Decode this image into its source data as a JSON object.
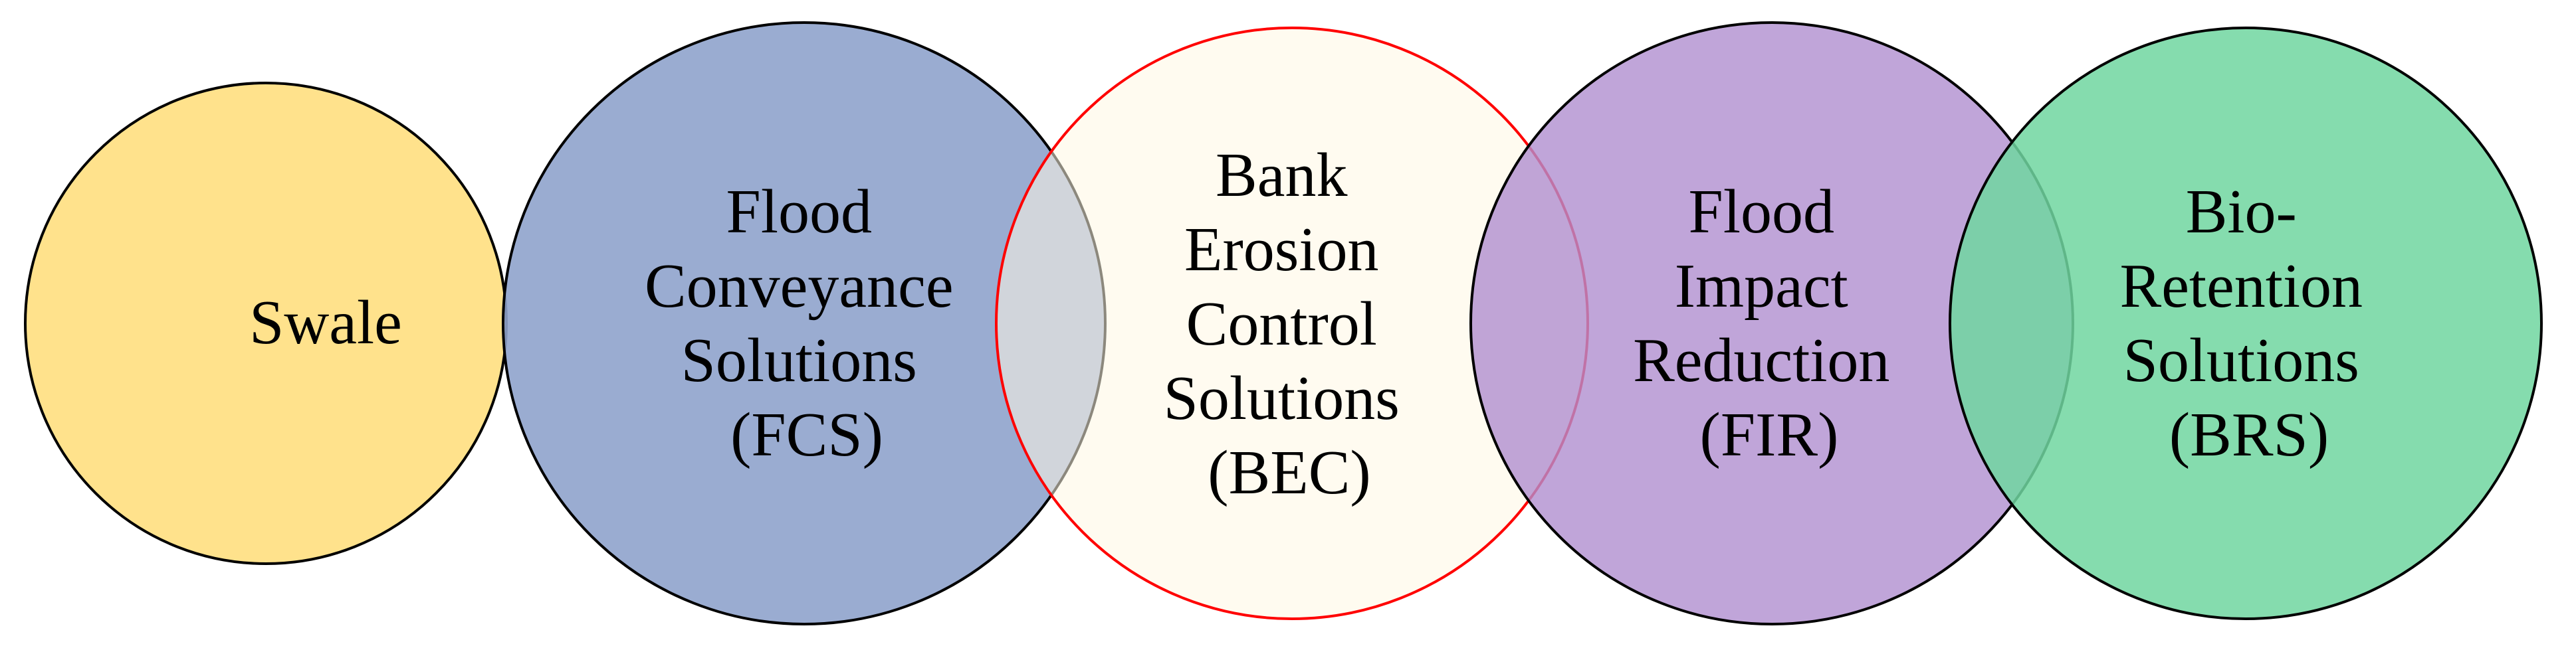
{
  "diagram": {
    "circles": [
      {
        "id": "swale",
        "fill": "#FFDF80",
        "stroke": "#000000",
        "label_lines": [
          "Swale"
        ]
      },
      {
        "id": "fcs",
        "fill": "#8FA3CC",
        "stroke": "#000000",
        "label_lines": [
          "Flood",
          "Conveyance",
          "Solutions",
          "(FCS)"
        ]
      },
      {
        "id": "bec",
        "fill": "#FFF7E3",
        "stroke": "#FF0000",
        "label_lines": [
          "Bank",
          "Erosion",
          "Control",
          "Solutions",
          "(BEC)"
        ]
      },
      {
        "id": "fir",
        "fill": "#B08FD0",
        "stroke": "#000000",
        "label_lines": [
          "Flood",
          "Impact",
          "Reduction",
          "(FIR)"
        ]
      },
      {
        "id": "brs",
        "fill": "#70D6A0",
        "stroke": "#000000",
        "label_lines": [
          "Bio-",
          "Retention",
          "Solutions",
          "(BRS)"
        ]
      }
    ]
  }
}
